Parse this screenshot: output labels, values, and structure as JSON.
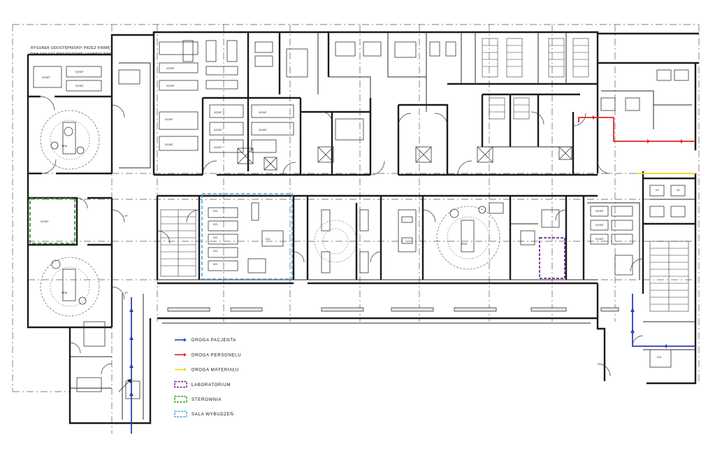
{
  "credit": {
    "line1": "RYSUNEK UDOSTĘPNIONY PRZEZ FIRMĘ",
    "line2": "DAN USŁUGI PROJEKTOWE I KONSULTING"
  },
  "legend": {
    "items": [
      {
        "label": "DROGA PACJENTA",
        "kind": "line",
        "color": "#2b3fb8"
      },
      {
        "label": "DROGA PERSONELU",
        "kind": "line",
        "color": "#e52222"
      },
      {
        "label": "DROGA MATERIAŁU",
        "kind": "line",
        "color": "#f2d21a"
      },
      {
        "label": "LABORATORIUM",
        "kind": "box",
        "color": "#7a2a9a"
      },
      {
        "label": "STEROWNIA",
        "kind": "box",
        "color": "#39a339"
      },
      {
        "label": "SALA WYBUDZEŃ",
        "kind": "box",
        "color": "#4aa8dc"
      }
    ]
  },
  "colors": {
    "patient_route": "#2b3fb8",
    "staff_route": "#e52222",
    "material_route": "#f2d21a",
    "laboratory": "#7a2a9a",
    "control_room": "#39a339",
    "recovery_room": "#4aa8dc"
  },
  "icons": {
    "north_arrow": "north-arrow-icon"
  }
}
